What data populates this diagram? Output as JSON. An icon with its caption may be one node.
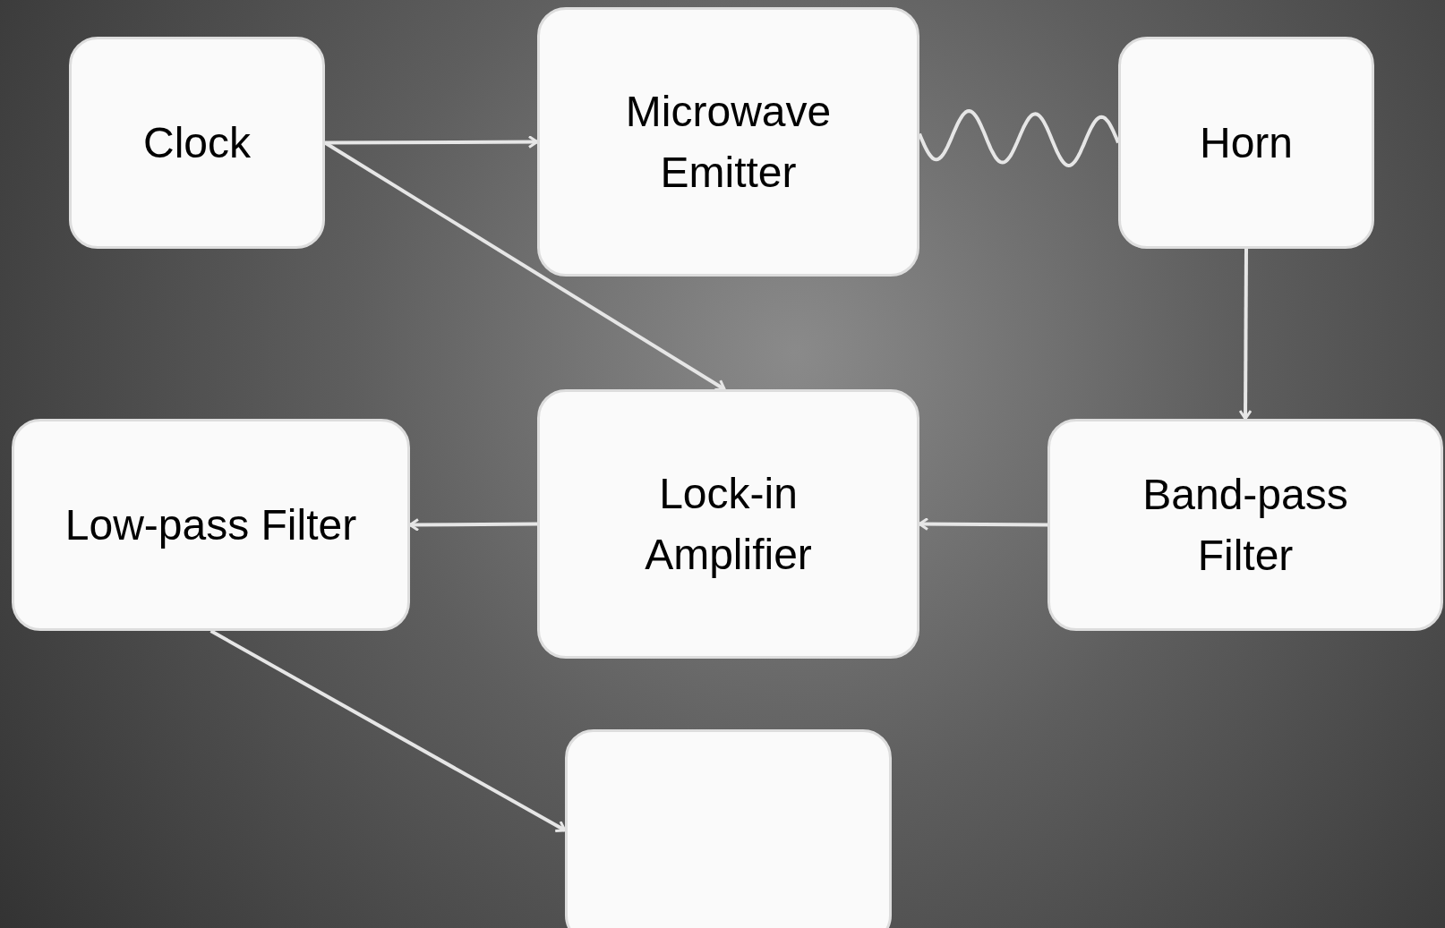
{
  "diagram": {
    "nodes": [
      {
        "text": [
          "Clock"
        ]
      },
      {
        "text": [
          "Microwave Emitter"
        ]
      },
      {
        "text": [
          "Horn"
        ]
      },
      {
        "text": [
          "Low-pass Filter"
        ]
      },
      {
        "text": [
          "Lock-in Amplifier"
        ]
      },
      {
        "text": [
          "Band-pass Filter"
        ]
      },
      {
        "text": [],
        "shape": "box"
      }
    ],
    "edges": [
      {
        "from": 0,
        "to": 1,
        "arrow": "to"
      },
      {
        "from": 0,
        "to": 4,
        "arrow": "to"
      },
      {
        "from": 1,
        "to": 2,
        "arrow": "none"
      },
      {
        "from": 2,
        "to": 5,
        "arrow": "to"
      },
      {
        "from": 5,
        "to": 4,
        "arrow": "to"
      },
      {
        "from": 4,
        "to": 3,
        "arrow": "to"
      },
      {
        "from": 3,
        "to": 6,
        "arrow": "to"
      }
    ]
  }
}
